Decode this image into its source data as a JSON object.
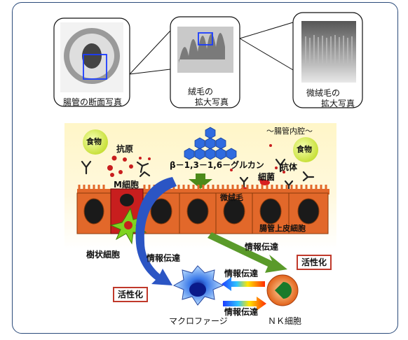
{
  "photos": {
    "cross_section": "腸管の断面写真",
    "villus_line1": "絨毛の",
    "villus_line2": "拡大写真",
    "microvillus_line1": "微絨毛の",
    "microvillus_line2": "拡大写真"
  },
  "diagram": {
    "lumen": "～腸管内腔～",
    "food_left": "食物",
    "food_right": "食物",
    "antigen": "抗原",
    "beta_glucan": "β－1,3－1,6－グルカン",
    "antibody": "抗体",
    "bacteria": "細菌",
    "m_cell": "M細胞",
    "microvilli": "微絨毛",
    "epithelial_cell": "腸管上皮細胞",
    "dendritic_cell": "樹状細胞",
    "info_transfer_1": "情報伝達",
    "info_transfer_2": "情報伝達",
    "info_transfer_3": "情報伝達",
    "info_transfer_4": "情報伝達",
    "activation_left": "活性化",
    "activation_right": "活性化",
    "macrophage": "マクロファージ",
    "nk_cell": "ＮＫ細胞"
  }
}
